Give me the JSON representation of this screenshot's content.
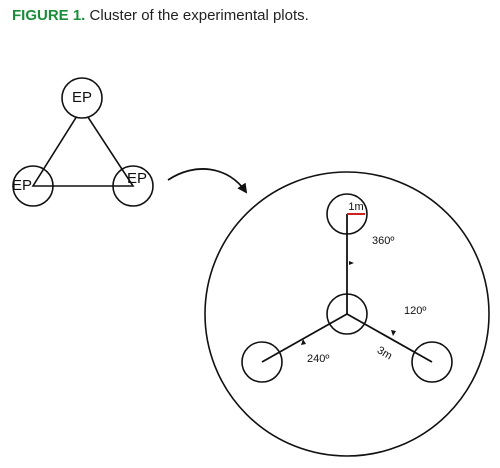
{
  "caption": {
    "label": "FIGURE 1.",
    "text": " Cluster of the experimental plots."
  },
  "cluster": {
    "plot_label": "EP"
  },
  "detail": {
    "angles": [
      "360º",
      "120º",
      "240º"
    ],
    "radius_label": "1m",
    "distance_label": "3m"
  },
  "colors": {
    "caption_label": "#1a8c3a",
    "radius_marker": "#cc2222"
  }
}
